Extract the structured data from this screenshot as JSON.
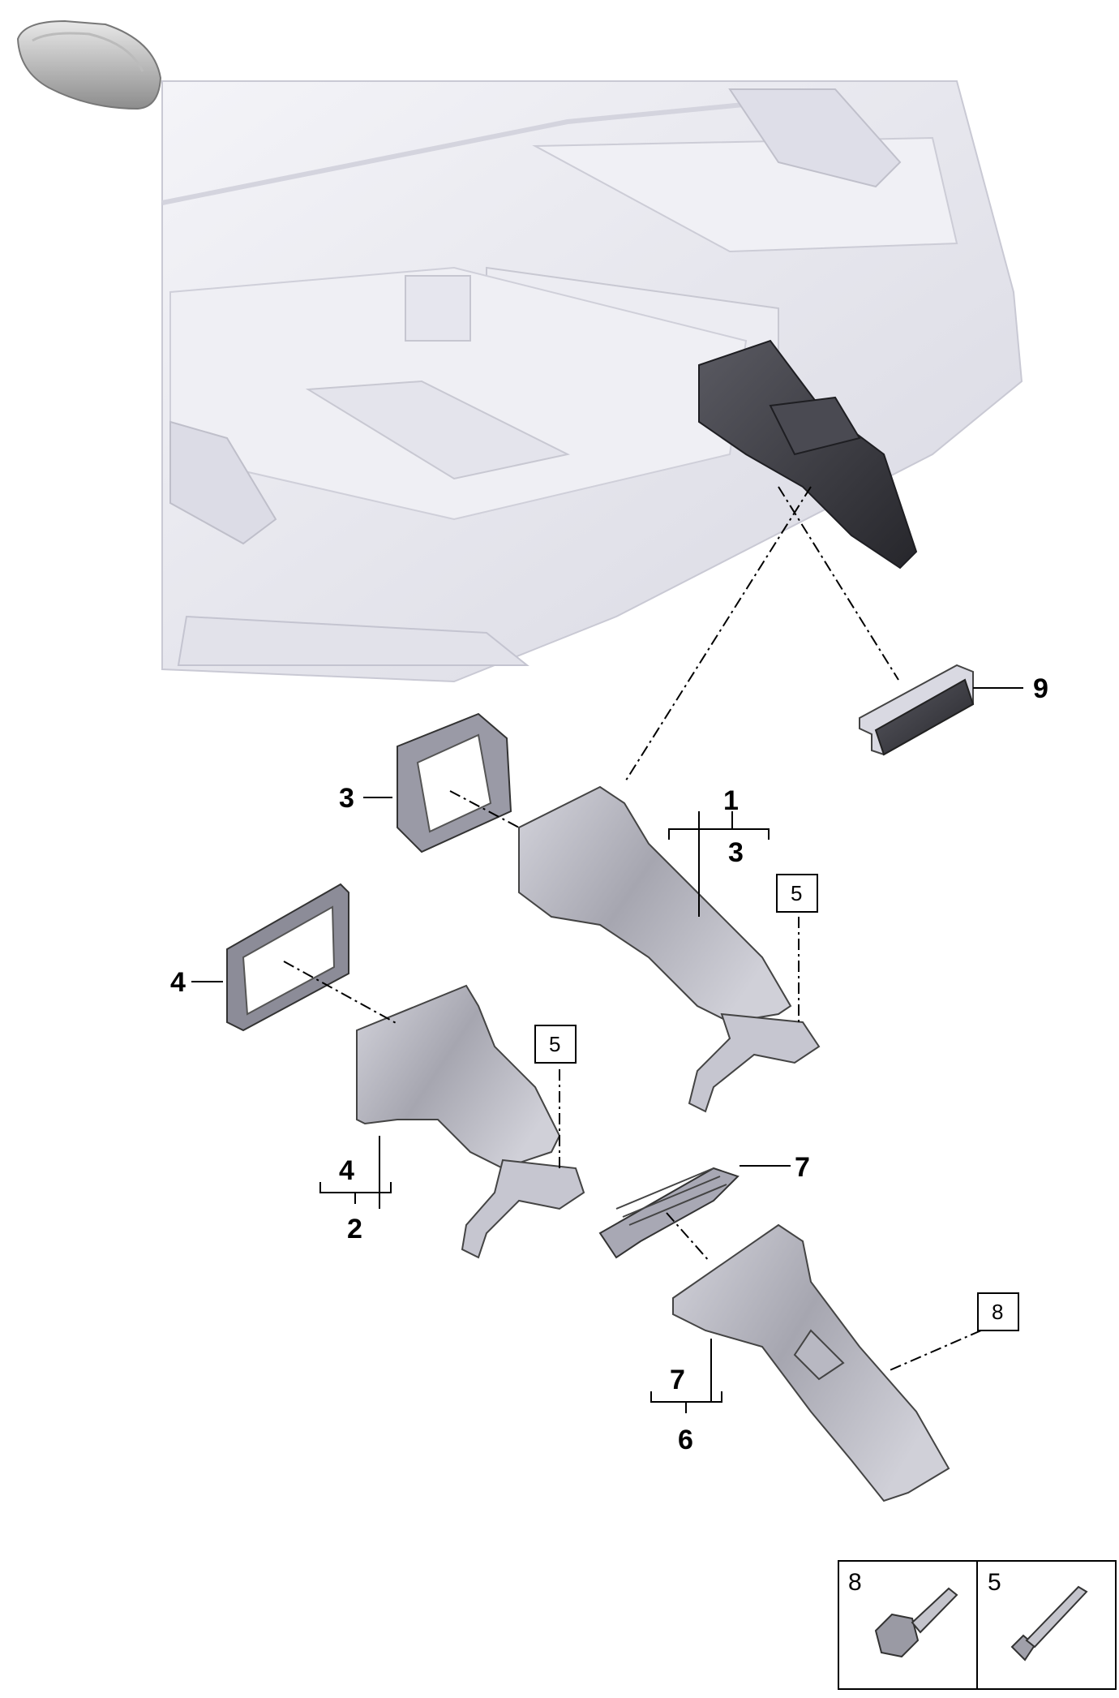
{
  "callouts": {
    "c9": "9",
    "c3_gasket": "3",
    "c1": "1",
    "c1_sub": "3",
    "c5_box_a": "5",
    "c4_gasket": "4",
    "c5_box_b": "5",
    "c4_sub": "4",
    "c2": "2",
    "c7_insert": "7",
    "c8_box": "8",
    "c7_sub": "7",
    "c6": "6"
  },
  "legend": {
    "bolt_8_label": "8",
    "bolt_5_label": "5"
  },
  "colors": {
    "line": "#000000",
    "part_light": "#e6e6ee",
    "part_shade": "#9a9aa8",
    "part_dark": "#3a3a40",
    "background": "#ffffff"
  }
}
